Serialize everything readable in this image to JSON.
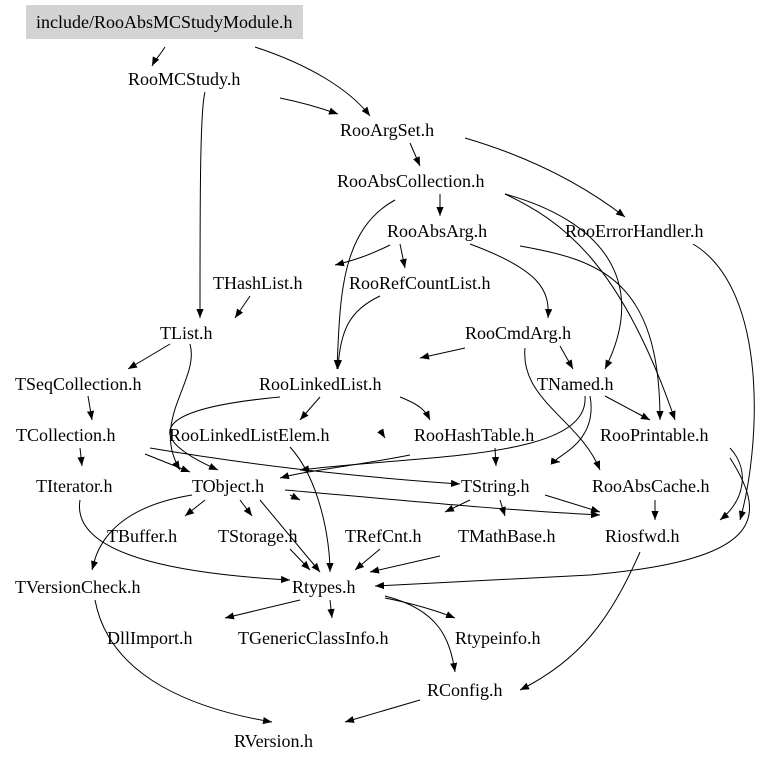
{
  "nodes": {
    "root": "include/RooAbsMCStudyModule.h",
    "roomcstudy": "RooMCStudy.h",
    "rooargset": "RooArgSet.h",
    "rooabscollection": "RooAbsCollection.h",
    "rooabsarg": "RooAbsArg.h",
    "rooerrorhandler": "RooErrorHandler.h",
    "thashlist": "THashList.h",
    "roorefcountlist": "RooRefCountList.h",
    "tlist": "TList.h",
    "roocmdarg": "RooCmdArg.h",
    "tseqcollection": "TSeqCollection.h",
    "roolinkedlist": "RooLinkedList.h",
    "tnamed": "TNamed.h",
    "tcollection": "TCollection.h",
    "roolinkedlistelem": "RooLinkedListElem.h",
    "roohashtable": "RooHashTable.h",
    "rooprintable": "RooPrintable.h",
    "titerator": "TIterator.h",
    "tobject": "TObject.h",
    "tstring": "TString.h",
    "rooabscache": "RooAbsCache.h",
    "tbuffer": "TBuffer.h",
    "tstorage": "TStorage.h",
    "trefcnt": "TRefCnt.h",
    "tmathbase": "TMathBase.h",
    "riosfwd": "Riosfwd.h",
    "tversioncheck": "TVersionCheck.h",
    "rtypes": "Rtypes.h",
    "dllimport": "DllImport.h",
    "tgenericclassinfo": "TGenericClassInfo.h",
    "rtypeinfo": "Rtypeinfo.h",
    "rconfig": "RConfig.h",
    "rversion": "RVersion.h"
  },
  "colors": {
    "root_fill": "#d3d3d3",
    "edge": "#000000",
    "text": "#000000",
    "background": "#ffffff"
  }
}
